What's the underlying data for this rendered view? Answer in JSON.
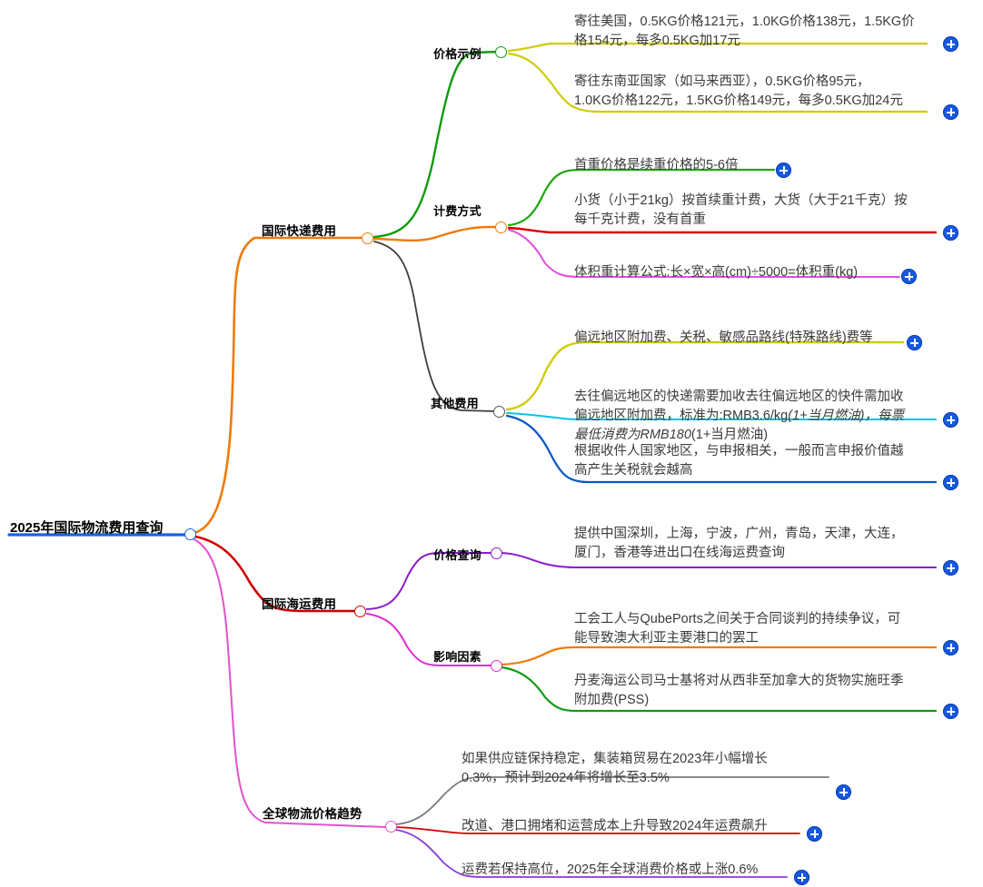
{
  "root": {
    "label": "2025年国际物流费用查询",
    "underline_color": "#1565d8",
    "ring_color": "#1565d8"
  },
  "branches": [
    {
      "label": "国际快递费用",
      "color": "#ef7a08",
      "children": [
        {
          "label": "价格示例",
          "color": "#0f9b10",
          "leaves": [
            {
              "text": "寄往美国，0.5KG价格121元，1.0KG价格138元，1.5KG价\n格154元，每多0.5KG加17元",
              "color": "#cfcc06"
            },
            {
              "text": "寄往东南亚国家（如马来西亚），0.5KG价格95元，\n1.0KG价格122元，1.5KG价格149元，每多0.5KG加24元",
              "color": "#cfcc06"
            }
          ]
        },
        {
          "label": "计费方式",
          "color": "#ef7a08",
          "leaves": [
            {
              "text": "首重价格是续重价格的5-6倍",
              "color": "#19a80e"
            },
            {
              "text": "小货（小于21kg）按首续重计费，大货（大于21千克）按\n每千克计费，没有首重",
              "color": "#d60000"
            },
            {
              "text": "体积重计算公式:长×宽×高(cm)÷5000=体积重(kg)",
              "color": "#e24de2"
            }
          ]
        },
        {
          "label": "其他费用",
          "color": "#3e3e3e",
          "leaves": [
            {
              "text": "偏远地区附加费、关税、敏感品路线(特殊路线)费等",
              "color": "#cfcc06"
            },
            {
              "text": "去往偏远地区的快递需要加收去往偏远地区的快件需加收\n偏远地区附加费，标准为:RMB3.6/kg(1+当月燃油)，每票\n最低消费为RMB180(1+当月燃油)",
              "color": "#0cc0e8",
              "italic_from": 1
            },
            {
              "text": "根据收件人国家地区，与申报相关，一般而言申报价值越\n高产生关税就会越高",
              "color": "#0b55c4"
            }
          ]
        }
      ]
    },
    {
      "label": "国际海运费用",
      "color": "#cf0000",
      "children": [
        {
          "label": "价格查询",
          "color": "#8a1ad6",
          "leaves": [
            {
              "text": "提供中国深圳，上海，宁波，广州，青岛，天津，大连，\n厦门，香港等进出口在线海运费查询",
              "color": "#8a1ad6"
            }
          ]
        },
        {
          "label": "影响因素",
          "color": "#e22ad0",
          "leaves": [
            {
              "text": "工会工人与QubePorts之间关于合同谈判的持续争议，可\n能导致澳大利亚主要港口的罢工",
              "color": "#ef7a08"
            },
            {
              "text": "丹麦海运公司马士基将对从西非至加拿大的货物实施旺季\n附加费(PSS)",
              "color": "#0f9b10"
            }
          ]
        }
      ]
    },
    {
      "label": "全球物流价格趋势",
      "color": "#e252cf",
      "children": [
        {
          "label": "",
          "color": "#e252cf",
          "leaves": [
            {
              "text": "如果供应链保持稳定，集装箱贸易在2023年小幅增长\n0.3%，预计到2024年将增长至3.5%",
              "color": "#7a7a7a"
            },
            {
              "text": "改道、港口拥堵和运营成本上升导致2024年运费飙升",
              "color": "#d60000"
            },
            {
              "text": "运费若保持高位，2025年全球消费价格或上涨0.6%",
              "color": "#8a3ad6"
            }
          ]
        }
      ]
    }
  ],
  "icons": {
    "expand": "plus-icon"
  }
}
